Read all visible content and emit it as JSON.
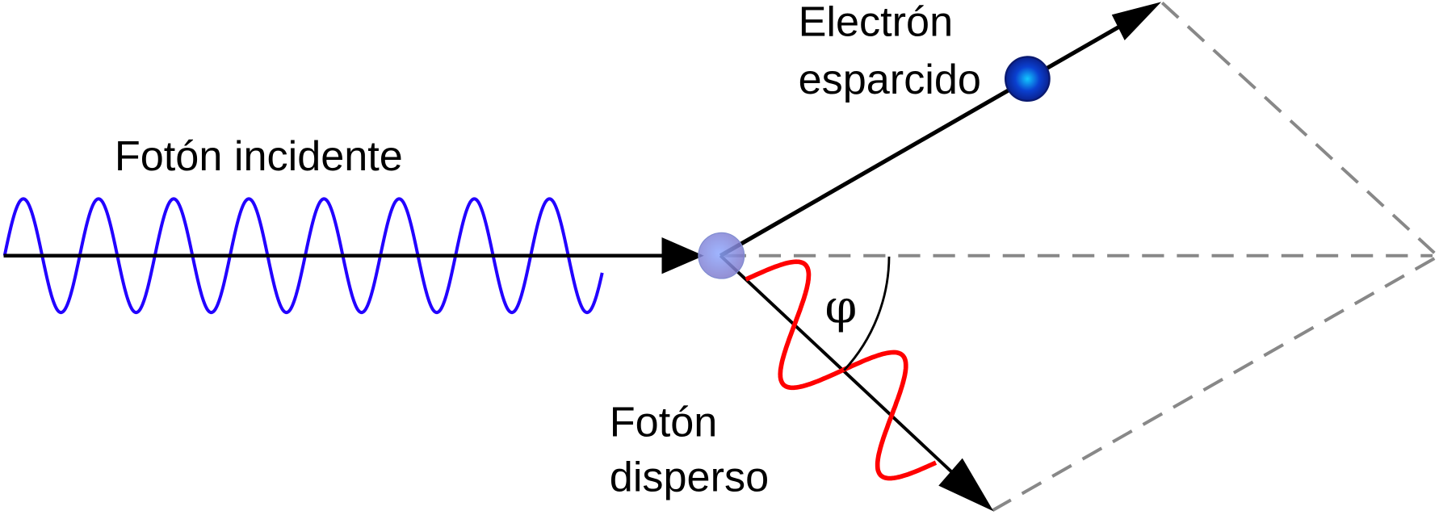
{
  "labels": {
    "incident_photon": "Fotón incidente",
    "scattered_electron_line1": "Electrón",
    "scattered_electron_line2": "esparcido",
    "scattered_photon_line1": "Fotón",
    "scattered_photon_line2": "disperso",
    "angle_symbol": "φ"
  },
  "colors": {
    "incident_wave": "#2200ff",
    "scattered_wave": "#ff0000",
    "dashed": "#888888",
    "arrow": "#000000"
  }
}
